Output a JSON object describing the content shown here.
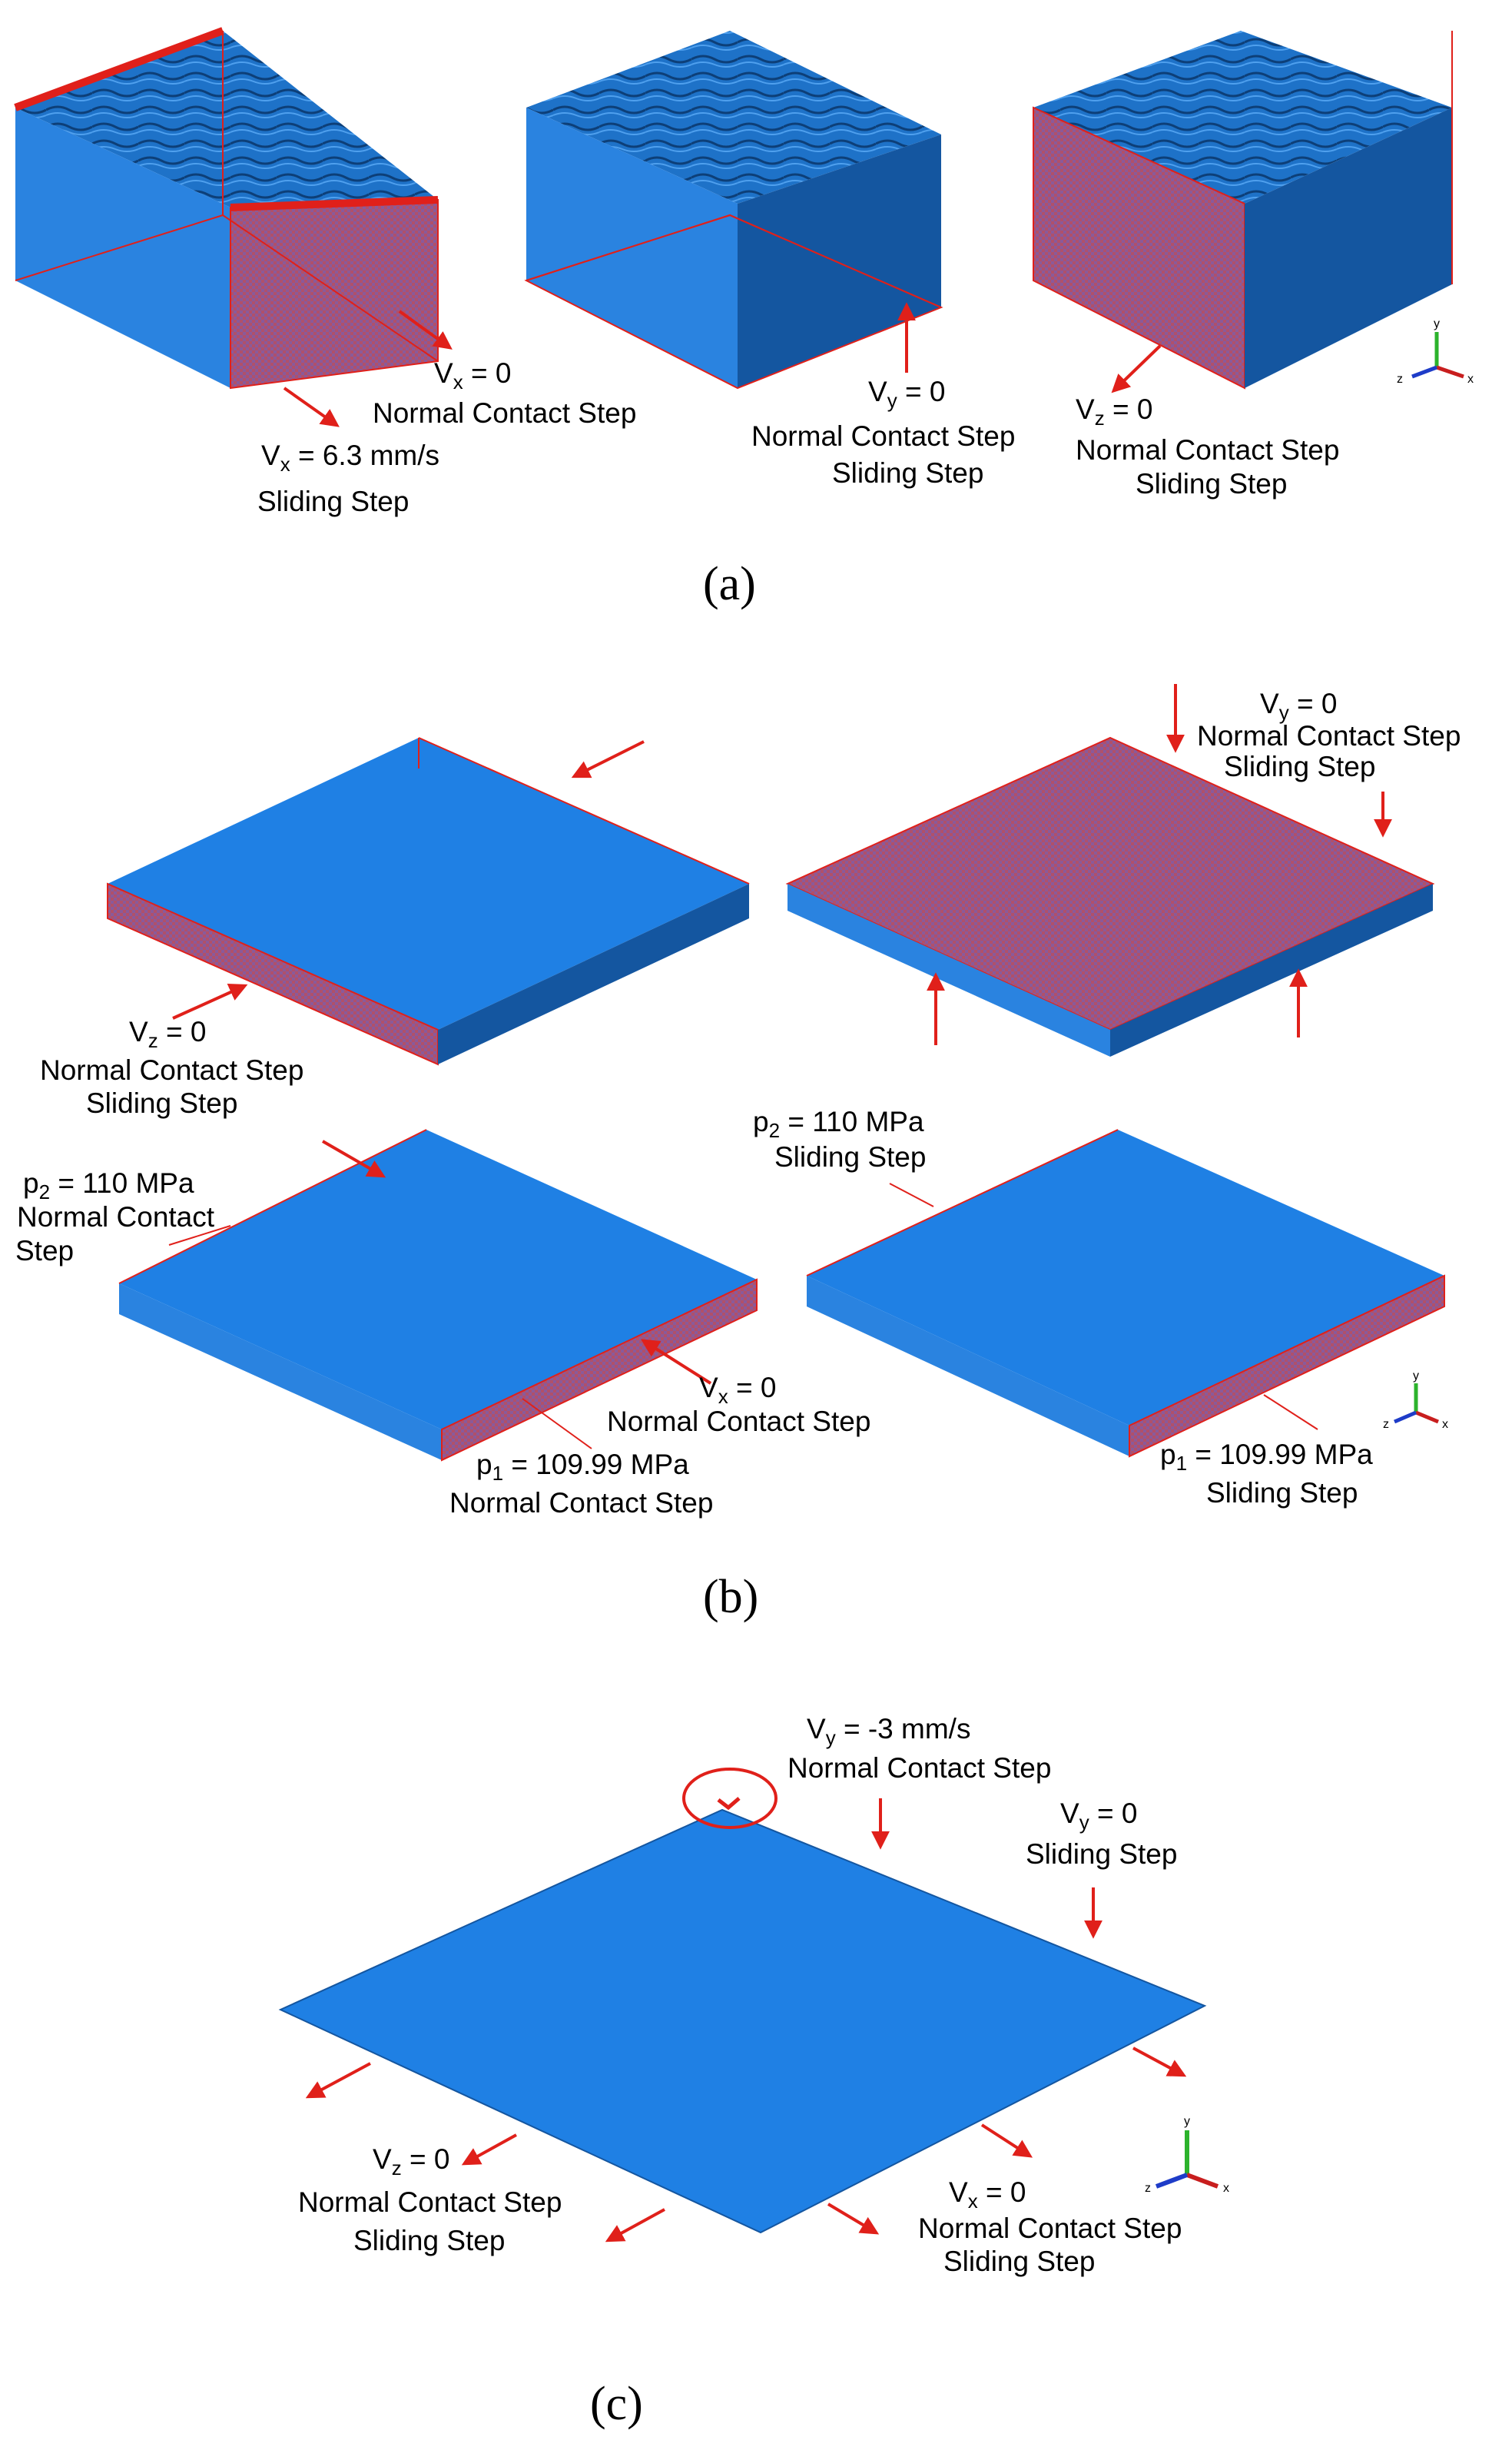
{
  "panel_a": {
    "caption": "(a)",
    "block1": {
      "v_sub": "x",
      "v_val": " = 0",
      "line1": "Normal Contact Step",
      "v2_sub": "x",
      "v2_val": " = 6.3 mm/s",
      "line2": "Sliding Step"
    },
    "block2": {
      "v_sub": "y",
      "v_val": " = 0",
      "line1": "Normal Contact Step",
      "line2": "Sliding Step"
    },
    "block3": {
      "v_sub": "z",
      "v_val": " = 0",
      "line1": "Normal Contact Step",
      "line2": "Sliding Step"
    }
  },
  "panel_b": {
    "caption": "(b)",
    "plate1": {
      "v_sub": "z",
      "v_val": " = 0",
      "line1": "Normal Contact Step",
      "line2": "Sliding Step"
    },
    "plate2": {
      "v_sub": "y",
      "v_val": " = 0",
      "line1": "Normal Contact Step",
      "line2": "Sliding Step"
    },
    "plate3": {
      "p2_sub": "2",
      "p2_val": " = 110 MPa",
      "p2_line1": "Normal Contact",
      "p2_line2": "Step",
      "v_sub": "x",
      "v_val": " = 0",
      "v_line": "Normal Contact Step",
      "p1_sub": "1",
      "p1_val": " = 109.99 MPa",
      "p1_line": "Normal Contact Step"
    },
    "plate4": {
      "p2_sub": "2",
      "p2_val": " = 110 MPa",
      "p2_line": "Sliding Step",
      "p1_sub": "1",
      "p1_val": " = 109.99 MPa",
      "p1_line": "Sliding Step"
    }
  },
  "panel_c": {
    "caption": "(c)",
    "top": {
      "v_sub": "y",
      "v_val": " = -3 mm/s",
      "line1": "Normal Contact Step"
    },
    "right": {
      "v_sub": "y",
      "v_val": " = 0",
      "line1": "Sliding Step"
    },
    "left": {
      "v_sub": "z",
      "v_val": " = 0",
      "line1": "Normal Contact Step",
      "line2": "Sliding Step"
    },
    "bottom": {
      "v_sub": "x",
      "v_val": " = 0",
      "line1": "Normal Contact Step",
      "line2": "Sliding Step"
    }
  },
  "triad": {
    "x": "x",
    "y": "y",
    "z": "z"
  },
  "colors": {
    "block_top": "#1f78d1",
    "block_front": "#2a83e0",
    "block_side": "#1456a0",
    "highlight": "#e0201a",
    "bc_face": "#b0506a",
    "plate": "#1f80e4"
  }
}
